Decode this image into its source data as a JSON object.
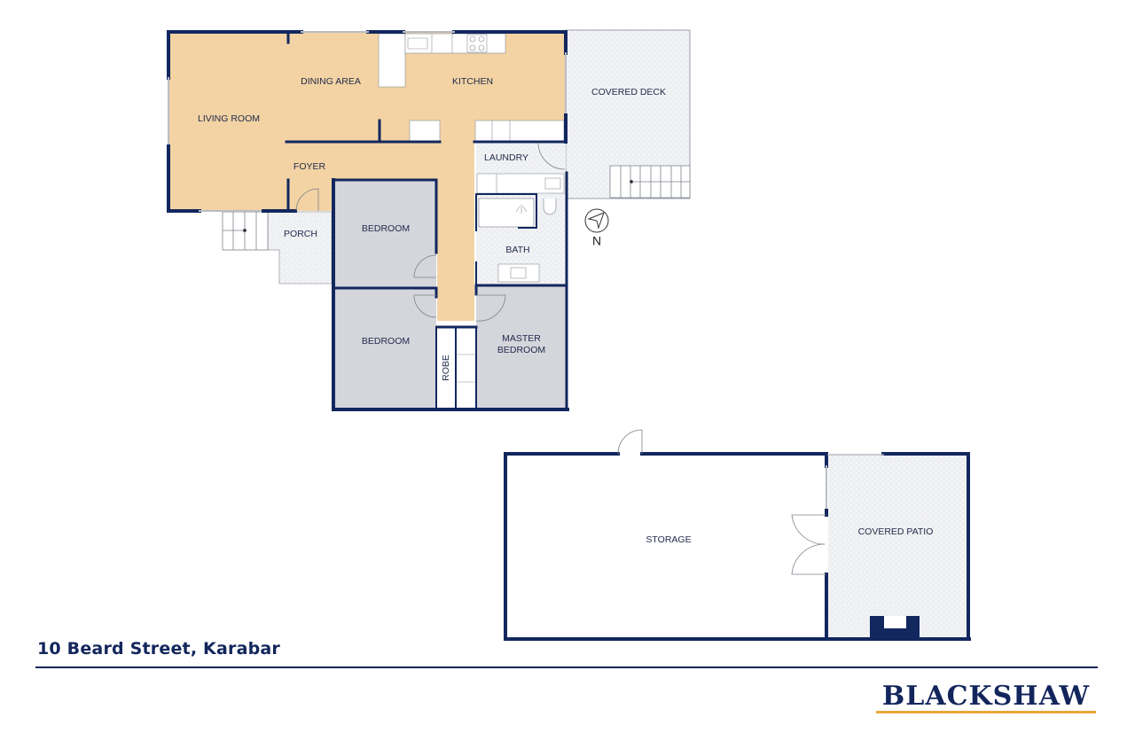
{
  "colors": {
    "wall": "#12275e",
    "living_floor": "#f3d3a4",
    "bedroom_floor": "#d5d5dc",
    "tile_floor": "#f1f2f4",
    "fixture_line": "#8a8f99",
    "brand_accent": "#e8a83a"
  },
  "rooms": {
    "living_room": "LIVING ROOM",
    "dining_area": "DINING AREA",
    "kitchen": "KITCHEN",
    "covered_deck": "COVERED DECK",
    "foyer": "FOYER",
    "laundry": "LAUNDRY",
    "porch": "PORCH",
    "bedroom_1": "BEDROOM",
    "bath": "BATH",
    "bedroom_2": "BEDROOM",
    "robe": "ROBE",
    "master_bedroom_line1": "MASTER",
    "master_bedroom_line2": "BEDROOM",
    "storage": "STORAGE",
    "covered_patio": "COVERED PATIO"
  },
  "compass": {
    "label": "N",
    "icon": "north-arrow-icon"
  },
  "footer": {
    "address": "10 Beard Street, Karabar",
    "brand": "BLACKSHAW"
  }
}
